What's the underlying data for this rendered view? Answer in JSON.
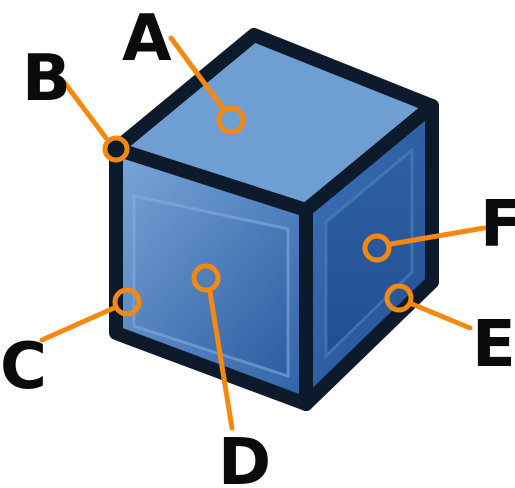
{
  "colors": {
    "outline": "#0d1a2b",
    "accent": "#f5890f",
    "top_face": "#6f9fd2",
    "front_face_light": "#7aa5d8",
    "front_face_dark": "#2f62a8",
    "side_face_light": "#3b6fb4",
    "side_face_dark": "#214f93",
    "label_text": "#0b0b0b"
  },
  "callouts": {
    "a": {
      "letter": "A"
    },
    "b": {
      "letter": "B"
    },
    "c": {
      "letter": "C"
    },
    "d": {
      "letter": "D"
    },
    "e": {
      "letter": "E"
    },
    "f": {
      "letter": "F"
    }
  }
}
